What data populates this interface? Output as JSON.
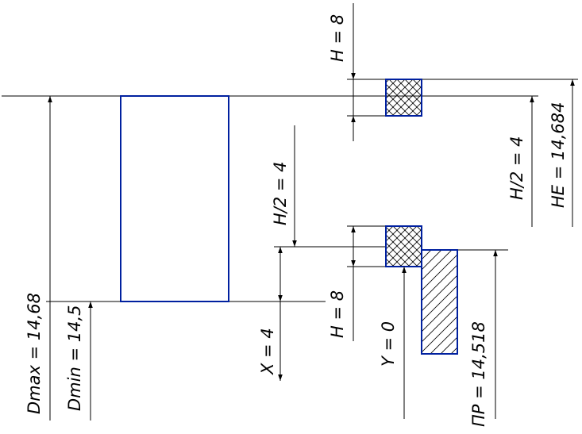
{
  "drawing": {
    "labels": {
      "h_top": "H = 8",
      "h_half_top": "H/2 = 4",
      "he": "HE = 14,684",
      "h_half_left": "H/2 = 4",
      "x": "X = 4",
      "h_mid": "H = 8",
      "y": "Y = 0",
      "pr": "ПР = 14,518",
      "dmax": "Dmax = 14,68",
      "dmin": "Dmin = 14,5"
    },
    "colors": {
      "part_outline": "#00209f",
      "lines": "#000000"
    }
  }
}
